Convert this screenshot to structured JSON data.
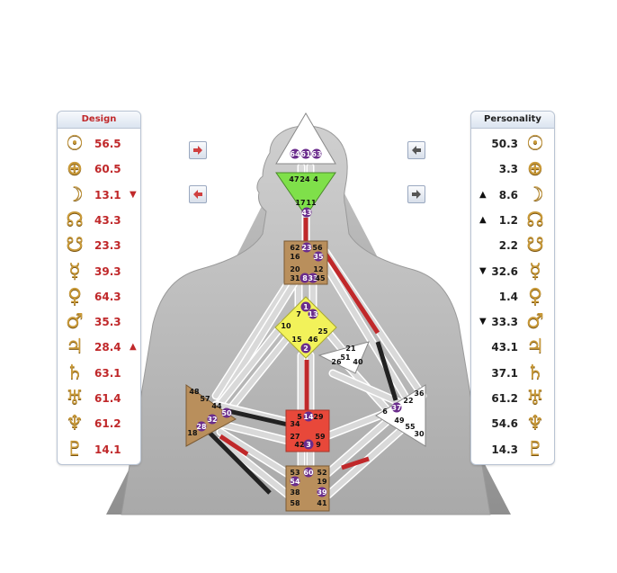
{
  "design": {
    "header": "Design",
    "rows": [
      {
        "icon": "sun-icon",
        "glyph": "☉",
        "value": "56.5"
      },
      {
        "icon": "earth-icon",
        "glyph": "⊕",
        "value": "60.5"
      },
      {
        "icon": "moon-icon",
        "glyph": "☽",
        "value": "13.1",
        "arrow": "▼"
      },
      {
        "icon": "north-node-icon",
        "glyph": "☊",
        "value": "43.3"
      },
      {
        "icon": "south-node-icon",
        "glyph": "☋",
        "value": "23.3"
      },
      {
        "icon": "mercury-icon",
        "glyph": "☿",
        "value": "39.3"
      },
      {
        "icon": "venus-icon",
        "glyph": "♀",
        "value": "64.3"
      },
      {
        "icon": "mars-icon",
        "glyph": "♂",
        "value": "35.3"
      },
      {
        "icon": "jupiter-icon",
        "glyph": "♃",
        "value": "28.4",
        "arrow": "▲"
      },
      {
        "icon": "saturn-icon",
        "glyph": "♄",
        "value": "63.1"
      },
      {
        "icon": "uranus-icon",
        "glyph": "♅",
        "value": "61.4"
      },
      {
        "icon": "neptune-icon",
        "glyph": "♆",
        "value": "61.2"
      },
      {
        "icon": "pluto-icon",
        "glyph": "♇",
        "value": "14.1"
      }
    ]
  },
  "personality": {
    "header": "Personality",
    "rows": [
      {
        "icon": "sun-icon",
        "glyph": "☉",
        "value": "50.3"
      },
      {
        "icon": "earth-icon",
        "glyph": "⊕",
        "value": "3.3"
      },
      {
        "icon": "moon-icon",
        "glyph": "☽",
        "value": "8.6",
        "arrow": "▲"
      },
      {
        "icon": "north-node-icon",
        "glyph": "☊",
        "value": "1.2",
        "arrow": "▲"
      },
      {
        "icon": "south-node-icon",
        "glyph": "☋",
        "value": "2.2"
      },
      {
        "icon": "mercury-icon",
        "glyph": "☿",
        "value": "32.6",
        "arrow": "▼"
      },
      {
        "icon": "venus-icon",
        "glyph": "♀",
        "value": "1.4"
      },
      {
        "icon": "mars-icon",
        "glyph": "♂",
        "value": "33.3",
        "arrow": "▼"
      },
      {
        "icon": "jupiter-icon",
        "glyph": "♃",
        "value": "43.1"
      },
      {
        "icon": "saturn-icon",
        "glyph": "♄",
        "value": "37.1"
      },
      {
        "icon": "uranus-icon",
        "glyph": "♅",
        "value": "61.2"
      },
      {
        "icon": "neptune-icon",
        "glyph": "♆",
        "value": "54.6"
      },
      {
        "icon": "pluto-icon",
        "glyph": "♇",
        "value": "14.3"
      }
    ]
  },
  "colors": {
    "design_red": "#c0282a",
    "personality_black": "#222222",
    "glyph_gold": "#c99a3a",
    "head_center": "#ffffff",
    "ajna_center": "#7fe04a",
    "throat_center": "#b98f5c",
    "g_center": "#f2f25a",
    "sacral_center": "#e8483a",
    "root_center": "#b98f5c",
    "spleen_center": "#b98f5c",
    "ego_center": "#ffffff",
    "solar_plexus_center": "#ffffff"
  },
  "bodygraph": {
    "head_gates": [
      "64",
      "61",
      "63"
    ],
    "ajna_gates_top": [
      "47",
      "24",
      "4"
    ],
    "ajna_gates_bottom": [
      "17",
      "11",
      "43"
    ],
    "throat_gates": [
      "62",
      "23",
      "56",
      "16",
      "35",
      "20",
      "12",
      "31",
      "8",
      "33",
      "45"
    ],
    "g_gates": [
      "1",
      "7",
      "13",
      "10",
      "25",
      "15",
      "46",
      "2"
    ],
    "ego_gates": [
      "21",
      "51",
      "26",
      "40"
    ],
    "spleen_gates": [
      "48",
      "57",
      "44",
      "50",
      "32",
      "28",
      "18"
    ],
    "solar_plexus_gates": [
      "36",
      "22",
      "37",
      "6",
      "49",
      "55",
      "30"
    ],
    "sacral_gates": [
      "5",
      "14",
      "29",
      "34",
      "27",
      "42",
      "3",
      "59",
      "9"
    ],
    "root_gates": [
      "53",
      "60",
      "52",
      "54",
      "19",
      "38",
      "39",
      "58",
      "41"
    ]
  },
  "nav": {
    "design_prev_icon": "arrow-right-red-icon",
    "design_next_icon": "arrow-left-red-icon",
    "personality_prev_icon": "arrow-left-gray-icon",
    "personality_next_icon": "arrow-right-gray-icon"
  }
}
